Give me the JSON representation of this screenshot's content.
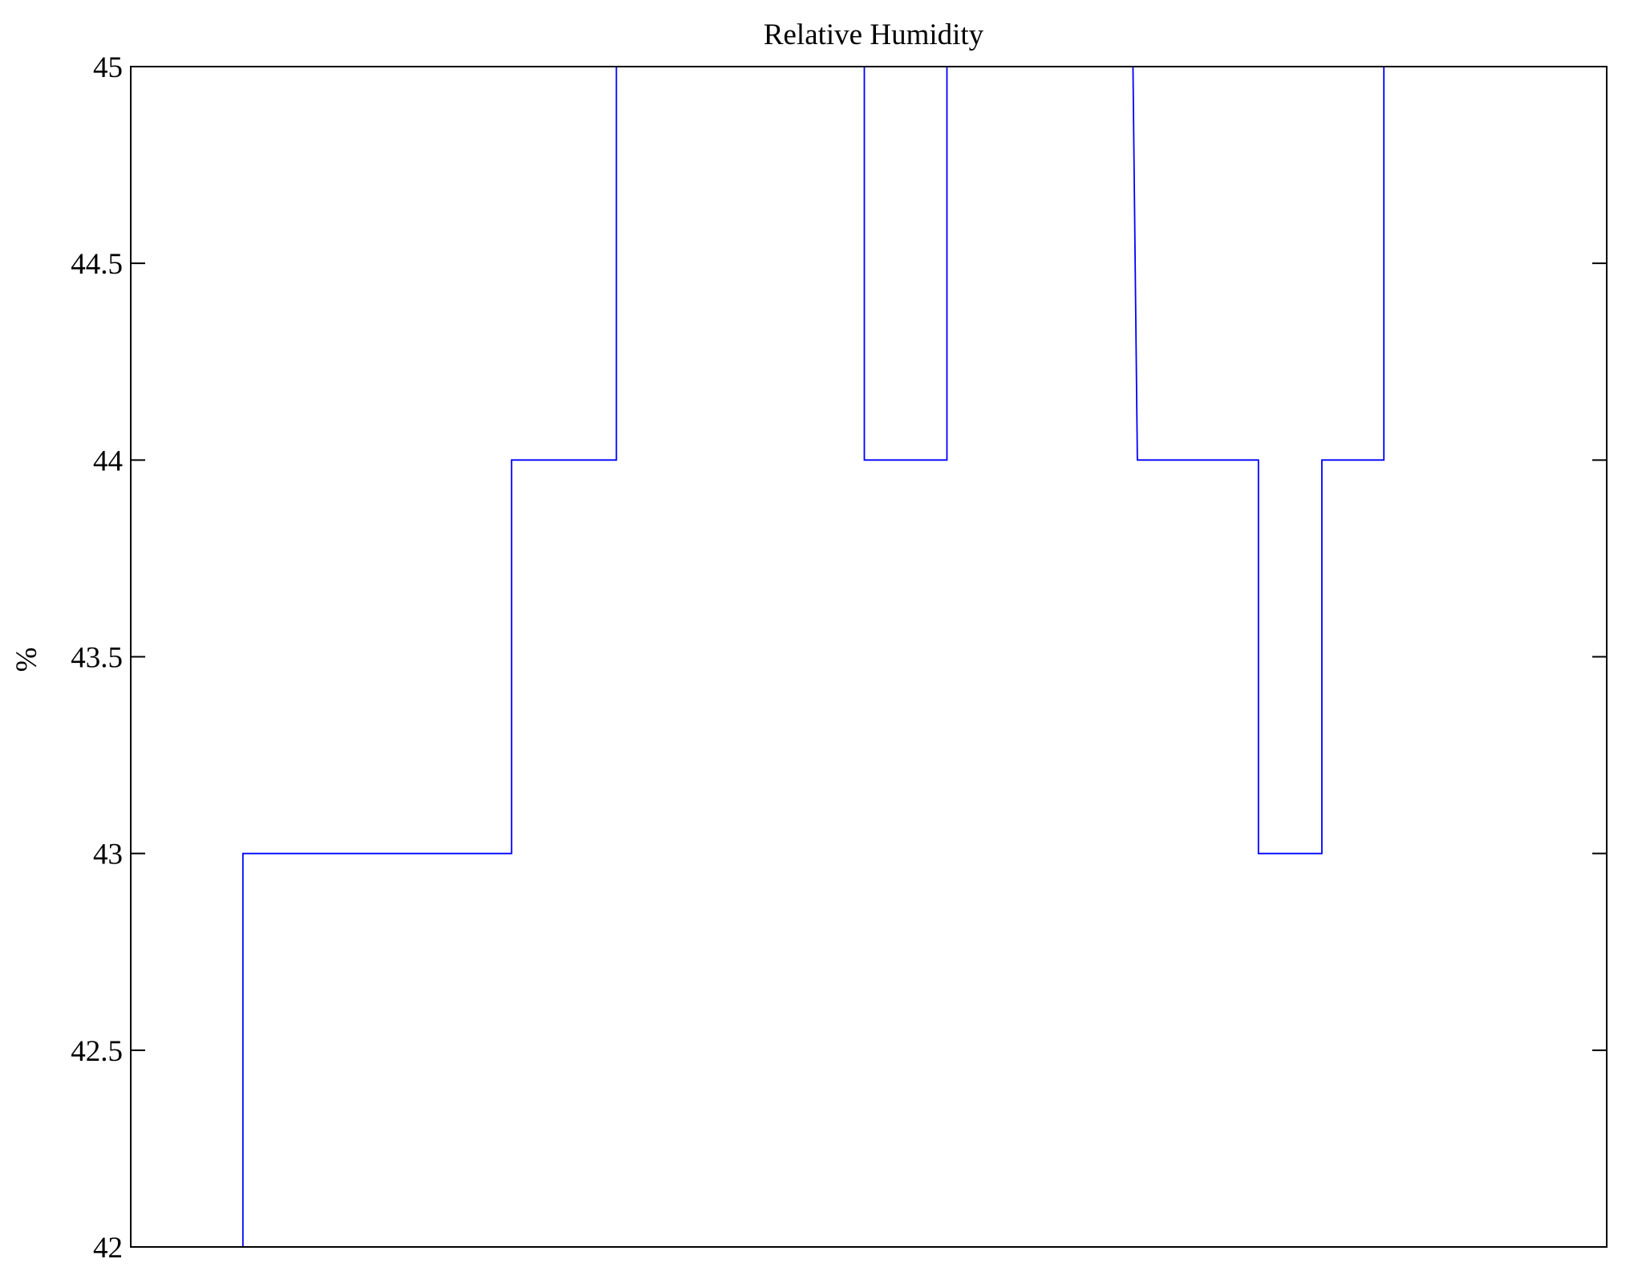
{
  "chart_data": {
    "type": "line",
    "style": "step",
    "title": "Relative Humidity",
    "xlabel": "",
    "ylabel": "%",
    "xlim": [
      0,
      100
    ],
    "ylim": [
      42,
      45
    ],
    "yticks": [
      42,
      42.5,
      43,
      43.5,
      44,
      44.5,
      45
    ],
    "ytick_labels": [
      "42",
      "42.5",
      "43",
      "43.5",
      "44",
      "44.5",
      "45"
    ],
    "grid": false,
    "series": [
      {
        "name": "Relative Humidity",
        "color": "#0000ff",
        "points": [
          [
            3.3,
            42
          ],
          [
            7.6,
            42
          ],
          [
            7.6,
            43
          ],
          [
            25.8,
            43
          ],
          [
            25.8,
            44
          ],
          [
            32.9,
            44
          ],
          [
            32.9,
            45
          ],
          [
            49.7,
            45
          ],
          [
            49.7,
            44
          ],
          [
            55.3,
            44
          ],
          [
            55.3,
            45
          ],
          [
            67.9,
            45
          ],
          [
            68.2,
            44
          ],
          [
            76.4,
            44
          ],
          [
            76.4,
            43
          ],
          [
            80.7,
            43
          ],
          [
            80.7,
            44
          ],
          [
            84.9,
            44
          ],
          [
            84.9,
            45
          ],
          [
            87.4,
            45
          ]
        ]
      }
    ]
  }
}
